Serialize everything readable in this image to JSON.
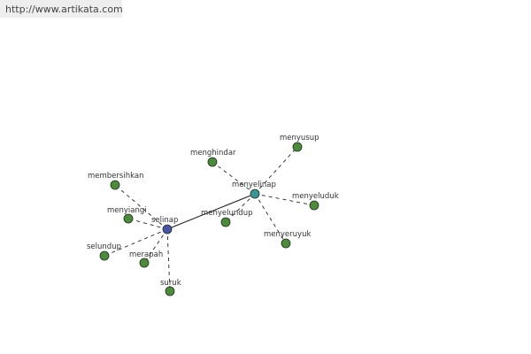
{
  "watermark": {
    "url": "http://www.artikata.com"
  },
  "colors": {
    "center": "#4a55a8",
    "hub": "#3e9494",
    "leaf": "#4d8a3c",
    "node_stroke": "#1f2f1f",
    "edge": "#222222",
    "label": "#333333"
  },
  "graph": {
    "nodes": [
      {
        "id": "selinap",
        "label": "selinap",
        "kind": "center"
      },
      {
        "id": "menyelinap",
        "label": "menyelinap",
        "kind": "hub"
      },
      {
        "id": "membersihkan",
        "label": "membersihkan",
        "kind": "leaf"
      },
      {
        "id": "menyiangi",
        "label": "menyiangi",
        "kind": "leaf"
      },
      {
        "id": "selundup",
        "label": "selundup",
        "kind": "leaf"
      },
      {
        "id": "merapah",
        "label": "merapah",
        "kind": "leaf"
      },
      {
        "id": "suruk",
        "label": "suruk",
        "kind": "leaf"
      },
      {
        "id": "menghindar",
        "label": "menghindar",
        "kind": "leaf"
      },
      {
        "id": "menyusup",
        "label": "menyusup",
        "kind": "leaf"
      },
      {
        "id": "menyeluduk",
        "label": "menyeluduk",
        "kind": "leaf"
      },
      {
        "id": "menyelundup",
        "label": "menyelundup",
        "kind": "leaf"
      },
      {
        "id": "menyeruyuk",
        "label": "menyeruyuk",
        "kind": "leaf"
      }
    ],
    "edges": [
      {
        "from": "selinap",
        "to": "menyelinap",
        "style": "solid"
      },
      {
        "from": "selinap",
        "to": "membersihkan",
        "style": "dashed"
      },
      {
        "from": "selinap",
        "to": "menyiangi",
        "style": "dashed"
      },
      {
        "from": "selinap",
        "to": "selundup",
        "style": "dashed"
      },
      {
        "from": "selinap",
        "to": "merapah",
        "style": "dashed"
      },
      {
        "from": "selinap",
        "to": "suruk",
        "style": "dashed"
      },
      {
        "from": "menyelinap",
        "to": "menghindar",
        "style": "dashed"
      },
      {
        "from": "menyelinap",
        "to": "menyusup",
        "style": "dashed"
      },
      {
        "from": "menyelinap",
        "to": "menyeluduk",
        "style": "dashed"
      },
      {
        "from": "menyelinap",
        "to": "menyelundup",
        "style": "dashed"
      },
      {
        "from": "menyelinap",
        "to": "menyeruyuk",
        "style": "dashed"
      }
    ]
  }
}
